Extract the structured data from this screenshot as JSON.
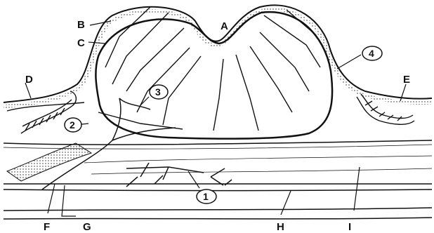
{
  "diagram": {
    "letters": {
      "A": "A",
      "B": "B",
      "C": "C",
      "D": "D",
      "E": "E",
      "F": "F",
      "G": "G",
      "H": "H",
      "I": "I"
    },
    "numbers": {
      "n1": "1",
      "n2": "2",
      "n3": "3",
      "n4": "4"
    }
  }
}
